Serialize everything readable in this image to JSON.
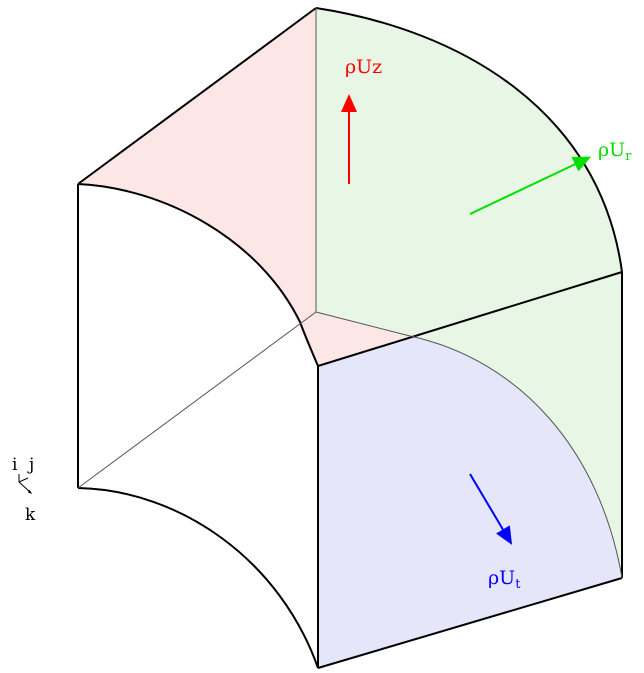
{
  "labels": {
    "rho_uz": "ρUz",
    "rho_ur": "ρU",
    "rho_ur_sub": "r",
    "rho_ut": "ρU",
    "rho_ut_sub": "t"
  },
  "axes": {
    "i": "i",
    "j": "j",
    "k": "k"
  },
  "colors": {
    "uz": "#ff0000",
    "ur": "#00e000",
    "ut": "#0000ff",
    "face_top": "#fde6e6",
    "face_curved": "#e8f6e5",
    "face_front": "#e6e6fb",
    "edges": "#000000"
  }
}
